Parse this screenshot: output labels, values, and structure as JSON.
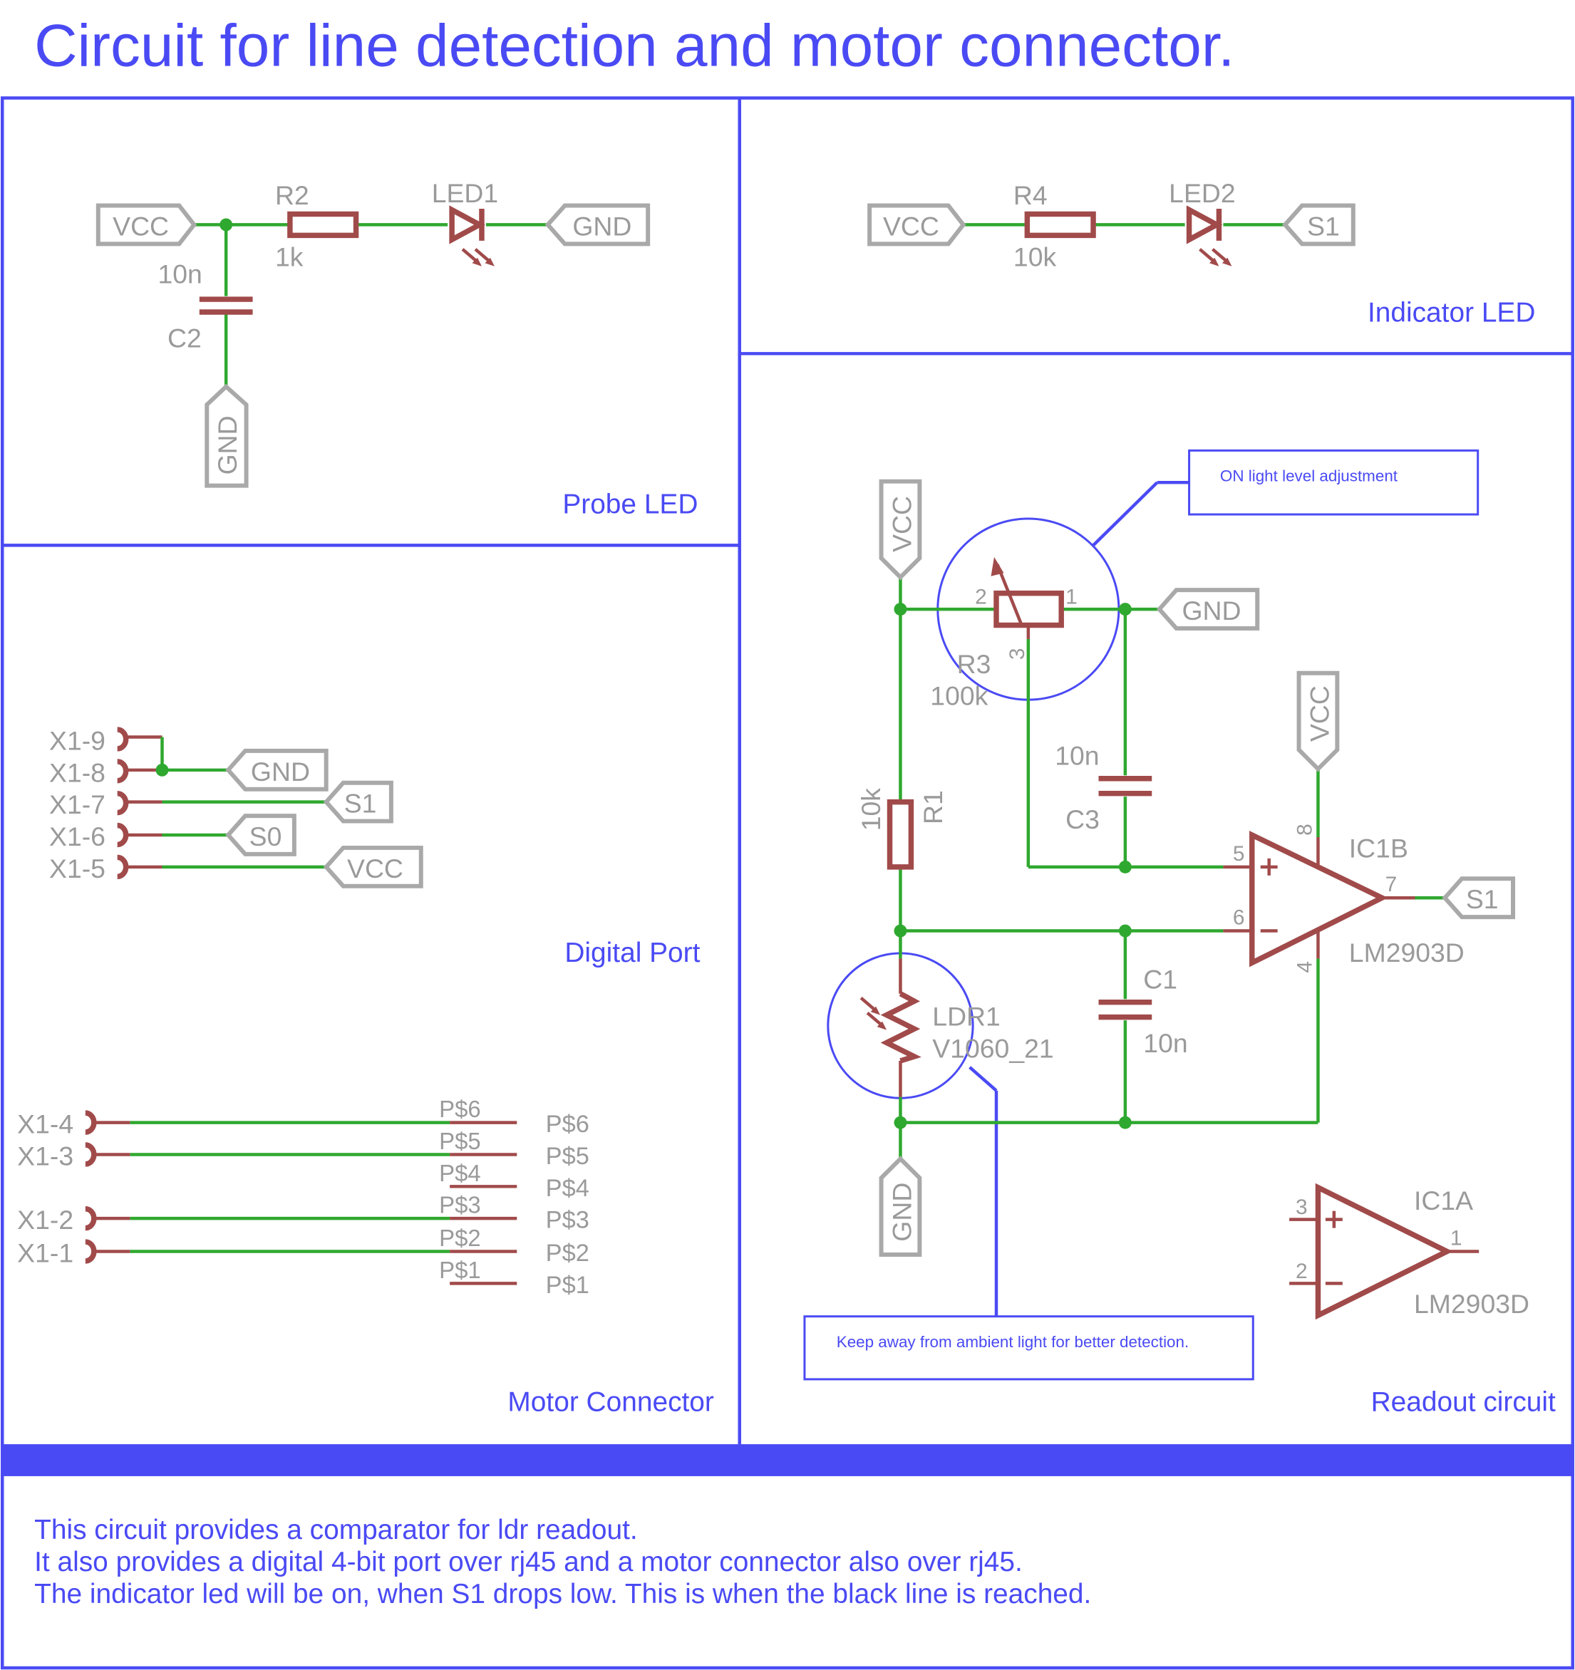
{
  "title": "Circuit for line detection and motor connector.",
  "colors": {
    "frame": "#4a4af4",
    "wire": "#2fa82f",
    "symbol": "#a14a4a",
    "label": "#9a9a9a",
    "text": "#4a4af4"
  },
  "sections": {
    "probe_led": "Probe LED",
    "indicator_led": "Indicator LED",
    "digital_port": "Digital Port",
    "motor_connector": "Motor Connector",
    "readout_circuit": "Readout circuit"
  },
  "probe": {
    "vcc": "VCC",
    "gnd_right": "GND",
    "gnd_bottom": "GND",
    "r2_name": "R2",
    "r2_value": "1k",
    "led1_name": "LED1",
    "c2_value": "10n",
    "c2_name": "C2"
  },
  "indicator": {
    "vcc": "VCC",
    "s1": "S1",
    "r4_name": "R4",
    "r4_value": "10k",
    "led2_name": "LED2"
  },
  "digital": {
    "pins": [
      "X1-9",
      "X1-8",
      "X1-7",
      "X1-6",
      "X1-5"
    ],
    "gnd": "GND",
    "s1": "S1",
    "s0": "S0",
    "vcc": "VCC"
  },
  "motor": {
    "pins": [
      "X1-4",
      "X1-3",
      "X1-2",
      "X1-1"
    ],
    "pad_names": [
      "P$6",
      "P$5",
      "P$4",
      "P$3",
      "P$2",
      "P$1"
    ],
    "pad_labels": [
      "P$6",
      "P$5",
      "P$4",
      "P$3",
      "P$2",
      "P$1"
    ]
  },
  "readout": {
    "note_top": "ON light level adjustment",
    "note_bottom": "Keep away from ambient light for better detection.",
    "vcc_left": "VCC",
    "gnd_top": "GND",
    "vcc_right": "VCC",
    "gnd_bottom": "GND",
    "s1": "S1",
    "pin2": "2",
    "pin1": "1",
    "pin3": "3",
    "r3_name": "R3",
    "r3_value": "100k",
    "c3_value": "10n",
    "c3_name": "C3",
    "r1_value": "10k",
    "r1_name": "R1",
    "c1_name": "C1",
    "c1_value": "10n",
    "ldr_name": "LDR1",
    "ldr_value": "V1060_21",
    "ic1b_name": "IC1B",
    "ic1b_part": "LM2903D",
    "ic1a_name": "IC1A",
    "ic1a_part": "LM2903D",
    "p5": "5",
    "p6": "6",
    "p7": "7",
    "p8": "8",
    "p4": "4",
    "a3": "3",
    "a2": "2",
    "a1": "1"
  },
  "description": [
    "This circuit provides a comparator for ldr readout.",
    "It also provides a digital 4-bit port over rj45 and a motor connector also over rj45.",
    "The indicator led will be on, when S1 drops low. This is when the black line is reached."
  ]
}
